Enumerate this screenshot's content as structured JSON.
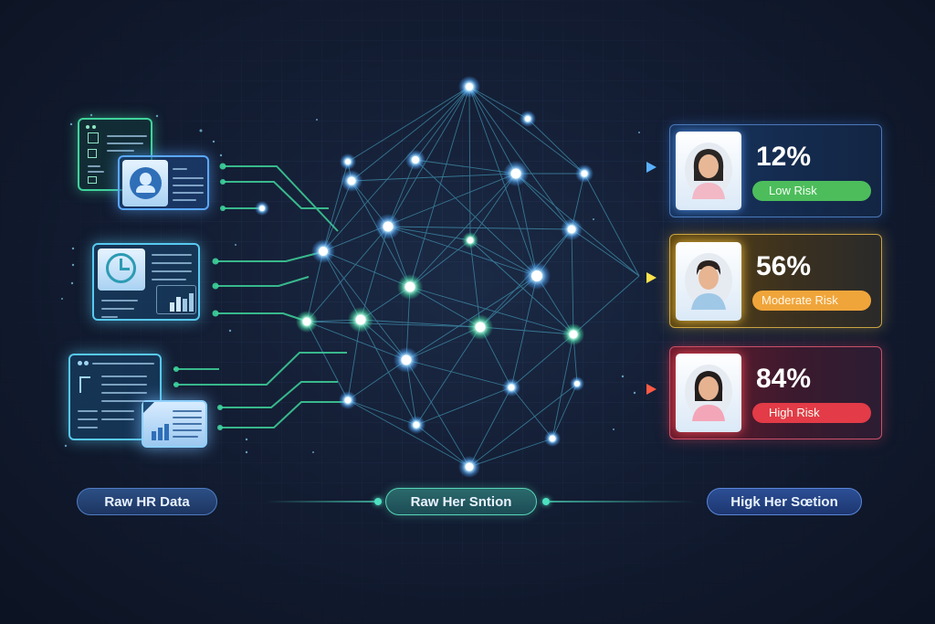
{
  "diagram": {
    "title": "",
    "colors": {
      "background": "#131d33",
      "node": "#aee4ff",
      "edge": "#4fb8d8",
      "input_connector": "#3fd39b",
      "low": "#4dbd5c",
      "moderate": "#f0a53a",
      "high": "#e33b47"
    }
  },
  "inputs": [
    {
      "id": "profile-docs",
      "icons": [
        "checklist-window-icon",
        "user-profile-card-icon"
      ]
    },
    {
      "id": "time-analytics",
      "icons": [
        "clock-icon",
        "bar-chart-icon"
      ]
    },
    {
      "id": "reports",
      "icons": [
        "document-window-icon",
        "report-chart-icon"
      ]
    }
  ],
  "results": [
    {
      "percent": "12%",
      "risk_label": "Low Risk",
      "level": "low",
      "color": "#4dbd5c",
      "avatar": "female-employee-avatar"
    },
    {
      "percent": "56%",
      "risk_label": "Moderate Risk",
      "level": "moderate",
      "color": "#f0a53a",
      "avatar": "male-employee-avatar"
    },
    {
      "percent": "84%",
      "risk_label": "High Risk",
      "level": "high",
      "color": "#e33b47",
      "avatar": "female-employee-avatar"
    }
  ],
  "stages": {
    "left": "Raw HR Data",
    "middle": "Raw Her Sntion",
    "right": "Higk Her Sœtion"
  }
}
